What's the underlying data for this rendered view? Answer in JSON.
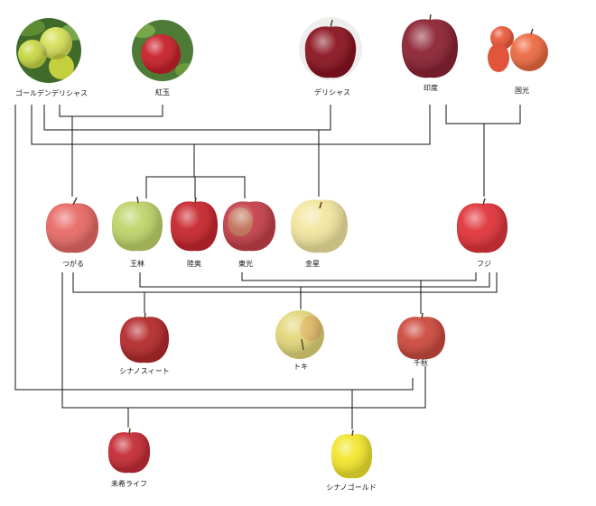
{
  "apples": {
    "golden": {
      "name": "ゴールデンデリシャス",
      "color": "#c9d64a"
    },
    "kogyoku": {
      "name": "紅玉",
      "color": "#c8202a"
    },
    "delicious": {
      "name": "デリシャス",
      "color": "#8a1420"
    },
    "indo": {
      "name": "印度",
      "color": "#8c2333"
    },
    "kokko": {
      "name": "国光",
      "color": "#e55a3c"
    },
    "tsugaru": {
      "name": "つがる",
      "color": "#e86a66"
    },
    "orin": {
      "name": "王林",
      "color": "#bfd46a"
    },
    "mutsu": {
      "name": "陸奥",
      "color": "#c8262e"
    },
    "toko": {
      "name": "東光",
      "color": "#c4404a"
    },
    "kinsei": {
      "name": "金星",
      "color": "#f3e6a0"
    },
    "fuji": {
      "name": "フジ",
      "color": "#e0343a"
    },
    "shinano_sweet": {
      "name": "シナノスィート",
      "color": "#b42a2c"
    },
    "toki": {
      "name": "トキ",
      "color": "#e2d77a"
    },
    "senshu": {
      "name": "千秋",
      "color": "#cc4a3e"
    },
    "miki_life": {
      "name": "未希ライフ",
      "color": "#c52c36"
    },
    "shinano_gold": {
      "name": "シナノゴールド",
      "color": "#f2e62e"
    }
  }
}
